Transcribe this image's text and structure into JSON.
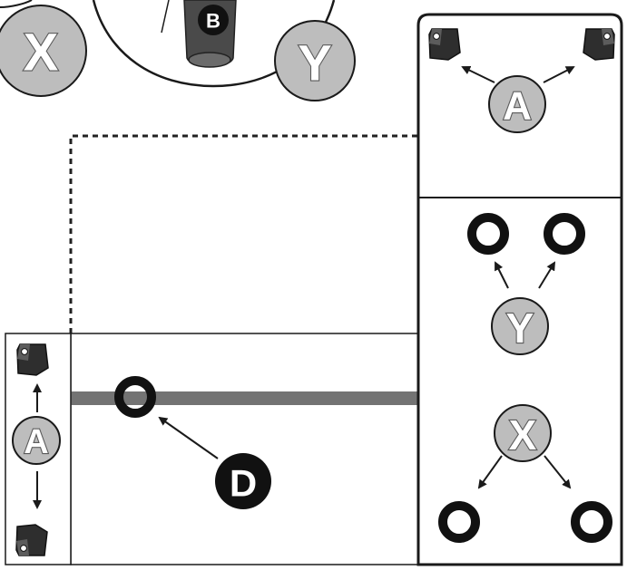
{
  "labels": {
    "x_top": "X",
    "b_top": "B",
    "y_top": "Y",
    "a_top_panel": "A",
    "y_right_panel": "Y",
    "x_right_panel": "X",
    "a_left_strip": "A",
    "d_main": "D"
  },
  "colors": {
    "outline": "#1a1a1a",
    "grey_disc": "#bdbdbd",
    "dark_part": "#2e2e2e",
    "rail": "#737373",
    "dashed": "#222222"
  },
  "icons": {
    "corner_bumper": "corner-bumper-icon",
    "ring": "ring-icon",
    "arrow": "arrow-icon"
  }
}
